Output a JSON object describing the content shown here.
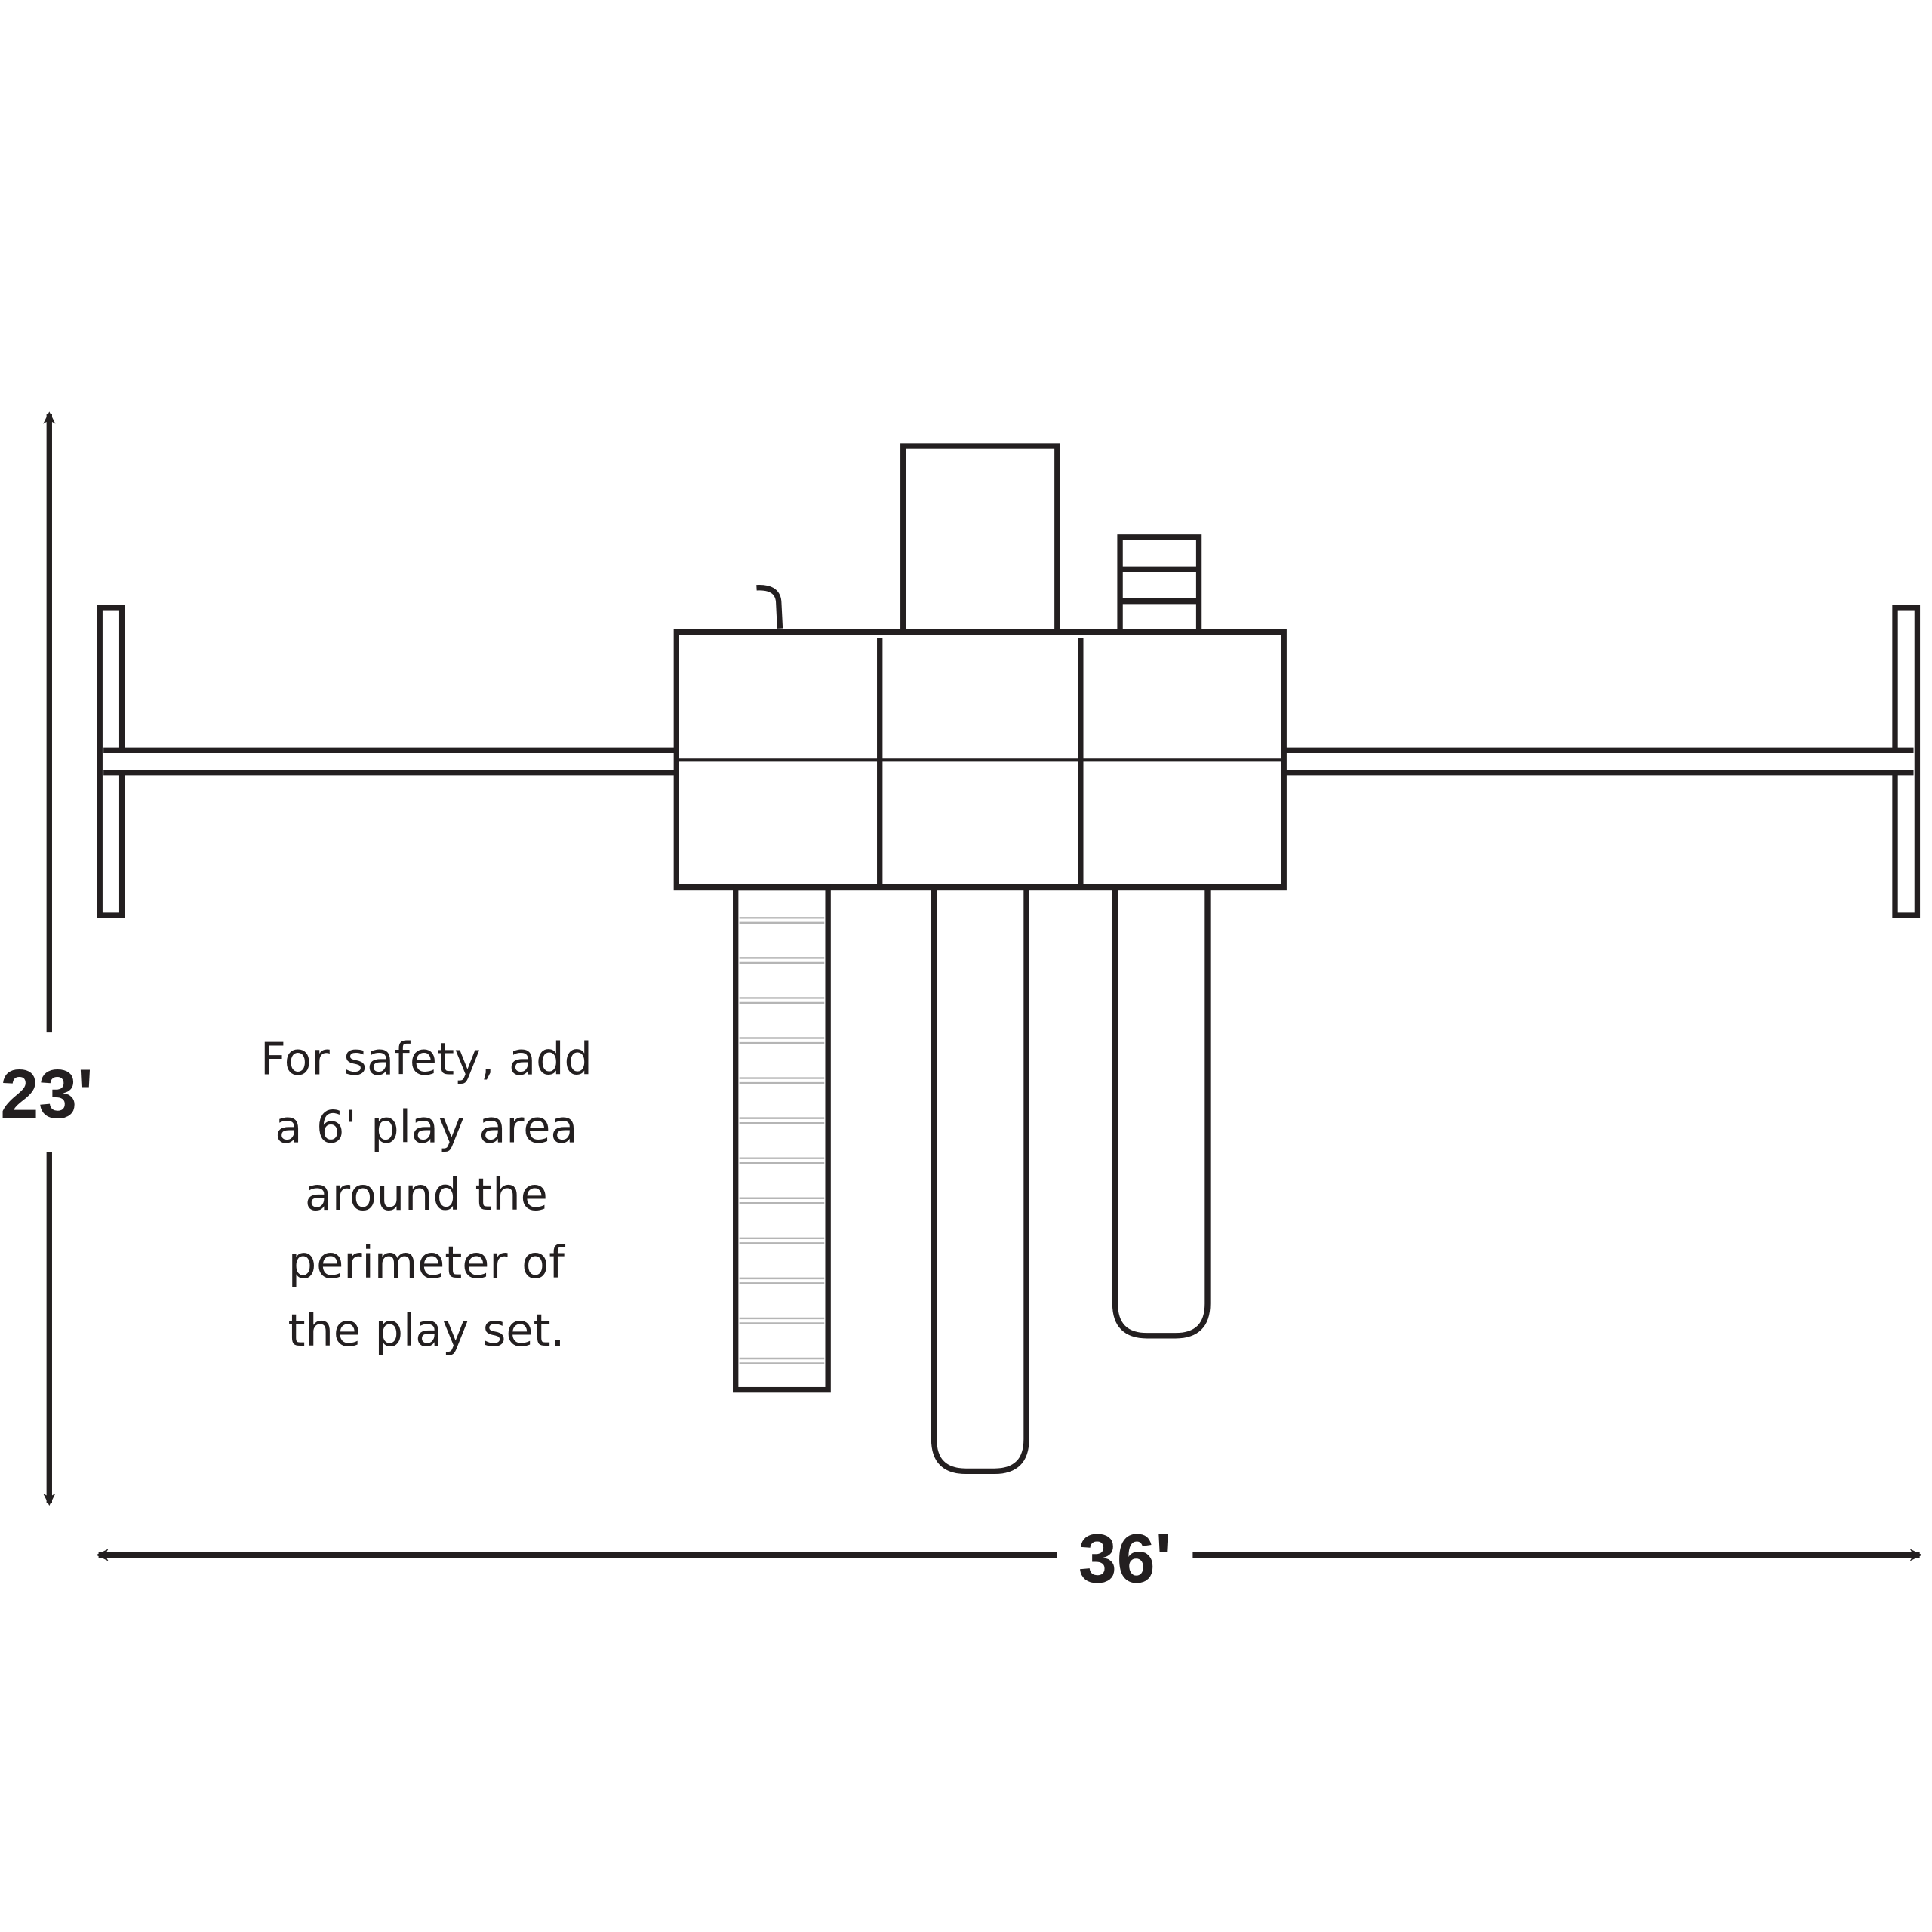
{
  "dimensions": {
    "height_label": "23'",
    "width_label": "36'"
  },
  "note": {
    "lines": [
      "For safety, add",
      "a 6' play area",
      "around the",
      "perimeter of",
      "the play set."
    ]
  },
  "colors": {
    "line": "#231f20",
    "rung": "#b5b5b5",
    "background": "#ffffff"
  },
  "ladder_rungs": 12
}
